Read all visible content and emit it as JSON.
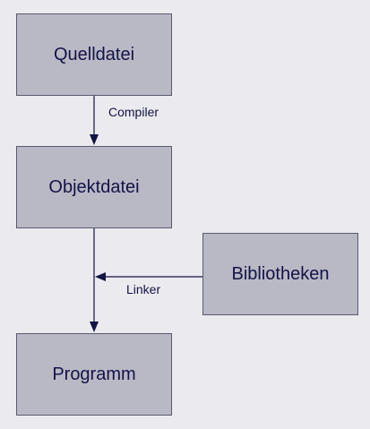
{
  "diagram": {
    "nodes": {
      "source_file": "Quelldatei",
      "object_file": "Objektdatei",
      "libraries": "Bibliotheken",
      "program": "Programm"
    },
    "edges": {
      "compile": {
        "from": "Quelldatei",
        "to": "Objektdatei",
        "label": "Compiler"
      },
      "link_object": {
        "from": "Objektdatei",
        "to": "Programm"
      },
      "link_libraries": {
        "from": "Bibliotheken",
        "to": "Programm",
        "label": "Linker"
      }
    }
  },
  "colors": {
    "background": "#ebeaee",
    "node_fill": "#b9b8c5",
    "node_border": "#5b5a6e",
    "text": "#131346",
    "edge": "#131346"
  }
}
